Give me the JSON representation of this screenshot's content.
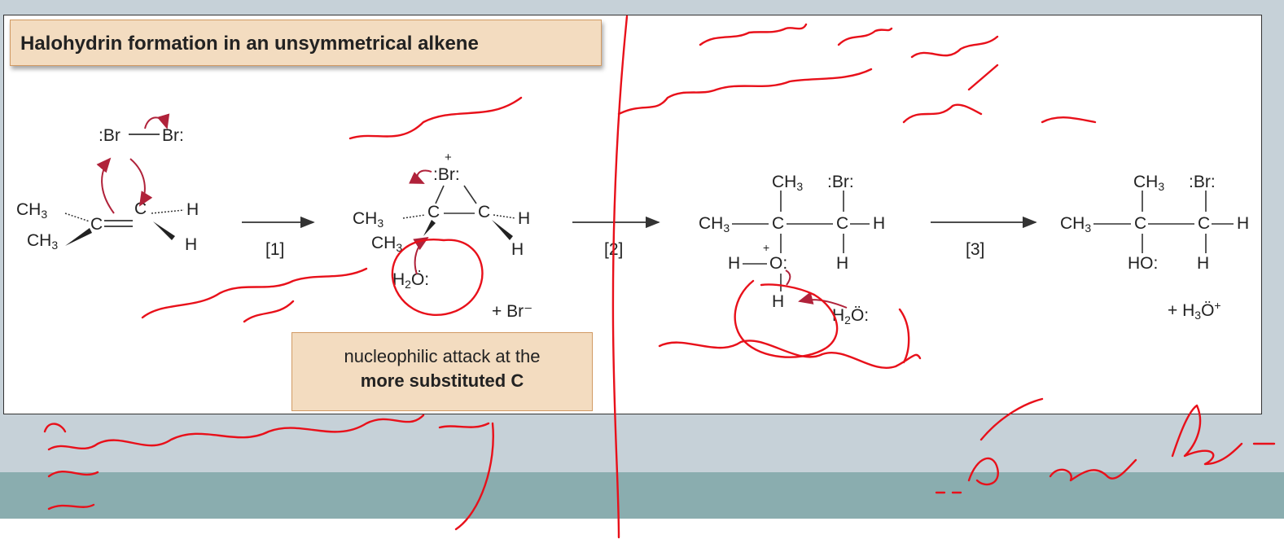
{
  "title": "Halohydrin formation in an unsymmetrical alkene",
  "note": {
    "line1": "nucleophilic attack at the",
    "line2": "more substituted C"
  },
  "steps": [
    "[1]",
    "[2]",
    "[3]"
  ],
  "molecules": {
    "bromine": {
      "br_left": ":Br",
      "br_right": "Br:"
    },
    "alkene": {
      "ch3_top": "CH3",
      "ch3_bottom": "CH3",
      "c_left": "C",
      "c_right": "C",
      "h_top": "H",
      "h_bottom": "H"
    },
    "bromonium": {
      "br": ":Br:",
      "plus": "+",
      "ch3_top": "CH3",
      "ch3_bottom": "CH3",
      "c_left": "C",
      "c_right": "C",
      "h_top": "H",
      "h_bottom": "H",
      "water": "H2Ö:"
    },
    "bromide": "+ Br⁻",
    "oxonium": {
      "ch3_top": "CH3",
      "br": ":Br:",
      "ch3_left": "CH3",
      "c_left": "C",
      "c_right": "C",
      "h_right": "H",
      "h_o": "H",
      "o": "O:",
      "plus": "+",
      "h_bottom_right": "H",
      "h_bottom": "H",
      "water": "H2Ö:"
    },
    "product": {
      "ch3_top": "CH3",
      "br": ":Br:",
      "ch3_left": "CH3",
      "c_left": "C",
      "c_right": "C",
      "h_right": "H",
      "ho": "HO:",
      "h_bottom": "H",
      "hydronium": "+ H3Ö+"
    }
  },
  "colors": {
    "arrow": "#b0223a",
    "ink": "#e8101a",
    "title_fill": "#f3dcc0",
    "title_border": "#d19a63",
    "teal": "#8aadaf"
  }
}
